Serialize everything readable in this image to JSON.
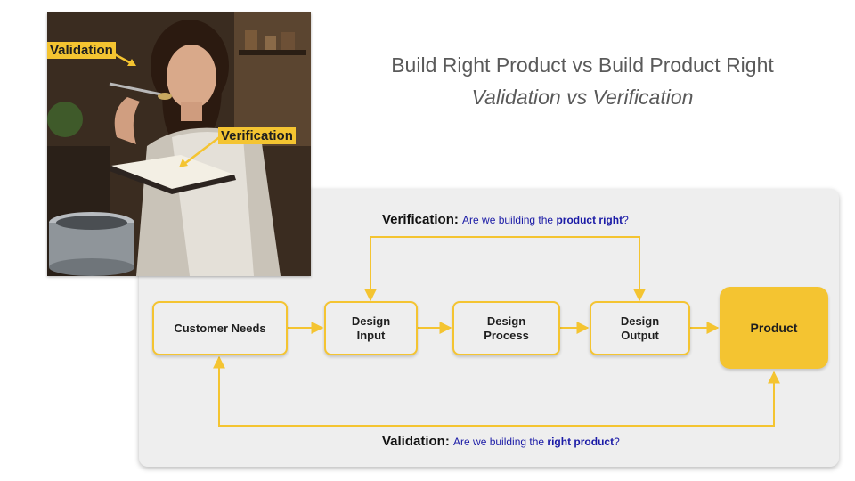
{
  "heading": {
    "title": "Build Right Product vs Build Product Right",
    "subtitle": "Validation vs Verification"
  },
  "photo": {
    "tag_validation": "Validation",
    "tag_verification": "Verification"
  },
  "diagram": {
    "nodes": {
      "customer_needs": "Customer Needs",
      "design_input_1": "Design",
      "design_input_2": "Input",
      "design_process_1": "Design",
      "design_process_2": "Process",
      "design_output_1": "Design",
      "design_output_2": "Output",
      "product": "Product"
    },
    "verification": {
      "label": "Verification:",
      "q_pre": "Are we building the ",
      "q_bold": "product right",
      "q_post": "?"
    },
    "validation": {
      "label": "Validation:",
      "q_pre": "Are we building the ",
      "q_bold": "right product",
      "q_post": "?"
    }
  },
  "colors": {
    "accent": "#f4c431",
    "question_text": "#1a1aa6",
    "title_text": "#5a5a5a",
    "panel_bg": "#eeeeee"
  }
}
